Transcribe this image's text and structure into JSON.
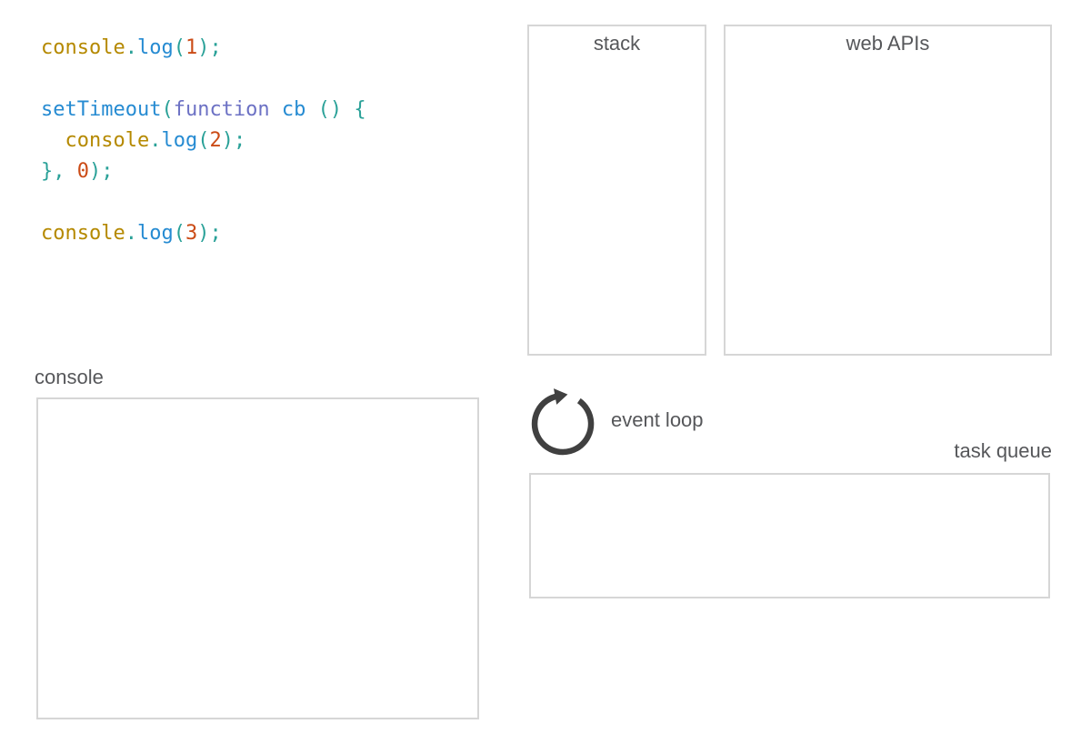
{
  "labels": {
    "stack": "stack",
    "web_apis": "web APIs",
    "event_loop": "event loop",
    "task_queue": "task queue",
    "console": "console"
  },
  "colors": {
    "yellow": "#b58900",
    "blue": "#268bd2",
    "orange": "#cb4b16",
    "violet": "#6c71c4",
    "cyan": "#2aa198",
    "plain": "#333333",
    "label_gray": "#56575a",
    "panel_border": "#d6d6d6",
    "event_loop_icon": "#404040"
  },
  "code": {
    "source_text": "console.log(1);\n\nsetTimeout(function cb () {\n  console.log(2);\n}, 0);\n\nconsole.log(3);",
    "lines": [
      [
        {
          "text": "console",
          "color": "yellow"
        },
        {
          "text": ".",
          "color": "cyan"
        },
        {
          "text": "log",
          "color": "blue"
        },
        {
          "text": "(",
          "color": "cyan"
        },
        {
          "text": "1",
          "color": "orange"
        },
        {
          "text": ");",
          "color": "cyan"
        }
      ],
      [],
      [
        {
          "text": "setTimeout",
          "color": "blue"
        },
        {
          "text": "(",
          "color": "cyan"
        },
        {
          "text": "function",
          "color": "violet"
        },
        {
          "text": " ",
          "color": "plain"
        },
        {
          "text": "cb",
          "color": "blue"
        },
        {
          "text": " ",
          "color": "plain"
        },
        {
          "text": "()",
          "color": "cyan"
        },
        {
          "text": " ",
          "color": "plain"
        },
        {
          "text": "{",
          "color": "cyan"
        }
      ],
      [
        {
          "text": "  ",
          "color": "plain"
        },
        {
          "text": "console",
          "color": "yellow"
        },
        {
          "text": ".",
          "color": "cyan"
        },
        {
          "text": "log",
          "color": "blue"
        },
        {
          "text": "(",
          "color": "cyan"
        },
        {
          "text": "2",
          "color": "orange"
        },
        {
          "text": ");",
          "color": "cyan"
        }
      ],
      [
        {
          "text": "}, ",
          "color": "cyan"
        },
        {
          "text": "0",
          "color": "orange"
        },
        {
          "text": ");",
          "color": "cyan"
        }
      ],
      [],
      [
        {
          "text": "console",
          "color": "yellow"
        },
        {
          "text": ".",
          "color": "cyan"
        },
        {
          "text": "log",
          "color": "blue"
        },
        {
          "text": "(",
          "color": "cyan"
        },
        {
          "text": "3",
          "color": "orange"
        },
        {
          "text": ");",
          "color": "cyan"
        }
      ]
    ]
  },
  "stack_items": [],
  "web_api_items": [],
  "task_queue_items": [],
  "console_entries": []
}
